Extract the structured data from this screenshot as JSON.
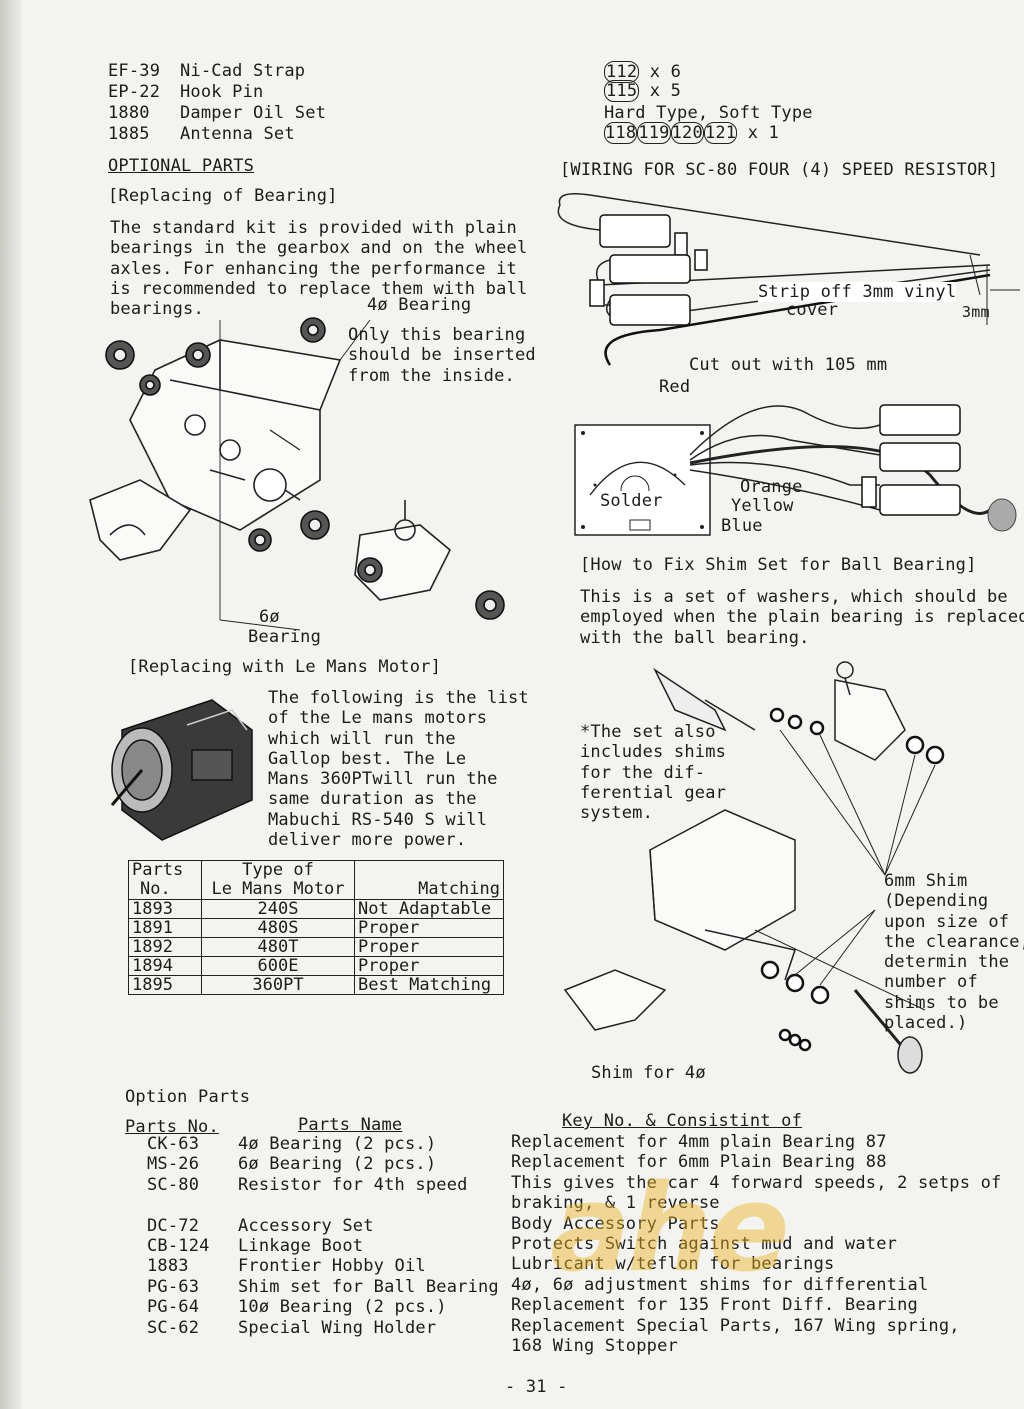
{
  "top_list": [
    {
      "code": "EF-39",
      "name": "Ni-Cad Strap"
    },
    {
      "code": "EP-22",
      "name": "Hook Pin"
    },
    {
      "code": "1880",
      "name": "Damper Oil Set"
    },
    {
      "code": "1885",
      "name": "Antenna Set"
    }
  ],
  "optional_parts_heading": "OPTIONAL PARTS",
  "bearing_heading": "[Replacing of Bearing]",
  "bearing_text": [
    "The standard kit is provided with plain",
    "bearings in the gearbox and on the wheel",
    "axles. For enhancing the performance it",
    "is recommended to replace them with ball",
    "bearings."
  ],
  "bearing_4_label": "4ø Bearing",
  "bearing_note": [
    "Only this bearing",
    "should be inserted",
    "from the inside."
  ],
  "bearing_6_label": [
    "6ø",
    "Bearing"
  ],
  "lemans_heading": "[Replacing with Le Mans Motor]",
  "lemans_text": [
    "The following is the list",
    "of the Le mans motors",
    "which will run the",
    "Gallop best.  The Le",
    "Mans 360PTwill run the",
    "same duration as the",
    "Mabuchi RS-540 S will",
    "deliver more power."
  ],
  "motor_table": {
    "header": {
      "parts": [
        "Parts",
        "No."
      ],
      "type": [
        "Type of",
        "Le Mans Motor"
      ],
      "matching": "Matching"
    },
    "rows": [
      {
        "no": "1893",
        "type": "240S",
        "match": "Not Adaptable"
      },
      {
        "no": "1891",
        "type": "480S",
        "match": "Proper"
      },
      {
        "no": "1892",
        "type": "480T",
        "match": "Proper"
      },
      {
        "no": "1894",
        "type": "600E",
        "match": "Proper"
      },
      {
        "no": "1895",
        "type": "360PT",
        "match": "Best Matching"
      }
    ]
  },
  "shim_counts": {
    "l1": "x 6",
    "l2": "x 5",
    "hard_soft": "Hard Type, Soft Type",
    "l3": "x 1",
    "n112": "112",
    "n115": "115",
    "n118": "118",
    "n119": "119",
    "n120": "120",
    "n121": "121"
  },
  "wiring_heading": "[WIRING FOR SC-80 FOUR (4) SPEED RESISTOR]",
  "wiring_labels": {
    "strip": "Strip off 3mm vinyl",
    "cover": "cover",
    "mm": "3mm",
    "cutout": "Cut out with 105 mm",
    "red": "Red",
    "solder": "Solder",
    "orange": "Orange",
    "yellow": "Yellow",
    "blue": "Blue"
  },
  "shim_heading": "[How to Fix Shim Set for Ball Bearing]",
  "shim_text": [
    "This is a set of washers, which should be",
    "employed when the plain bearing is replaced",
    "with the ball bearing."
  ],
  "shim_note": [
    "*The set also",
    "includes shims",
    "for the dif-",
    "ferential gear",
    "system."
  ],
  "shim6_label": [
    "6mm Shim",
    "(Depending",
    "upon size of",
    "the clearance,",
    "determin the",
    "number of",
    "shims to be",
    "placed.)"
  ],
  "shim4_label": "Shim for 4ø",
  "option_parts": {
    "title": "Option Parts",
    "col_no": "Parts No.",
    "col_name": "Parts Name",
    "key_heading": "Key No. & Consistint of",
    "rows": [
      {
        "no": "CK-63",
        "name": "4ø Bearing (2 pcs.)",
        "desc": "Replacement for 4mm plain Bearing 87"
      },
      {
        "no": "MS-26",
        "name": "6ø Bearing (2 pcs.)",
        "desc": "Replacement for 6mm Plain Bearing 88"
      },
      {
        "no": "SC-80",
        "name": "Resistor for 4th speed",
        "desc": "This gives the car 4 forward speeds, 2 setps of"
      },
      {
        "no": "",
        "name": "",
        "desc": "braking, & 1 reverse"
      },
      {
        "no": "DC-72",
        "name": "Accessory Set",
        "desc": "Body Accessory Parts"
      },
      {
        "no": "CB-124",
        "name": "Linkage Boot",
        "desc": "Protects Switch against mud and water"
      },
      {
        "no": "1883",
        "name": "Frontier Hobby Oil",
        "desc": "Lubricant w/teflon for bearings"
      },
      {
        "no": "PG-63",
        "name": "Shim set for Ball Bearing",
        "desc": "4ø, 6ø adjustment shims for differential"
      },
      {
        "no": "PG-64",
        "name": "10ø Bearing (2 pcs.)",
        "desc": "Replacement for 135 Front Diff. Bearing"
      },
      {
        "no": "SC-62",
        "name": "Special Wing Holder",
        "desc": "Replacement Special Parts, 167 Wing spring,"
      },
      {
        "no": "",
        "name": "",
        "desc": "168 Wing Stopper"
      }
    ]
  },
  "page_number": "-  31  -",
  "watermark": "ahe"
}
